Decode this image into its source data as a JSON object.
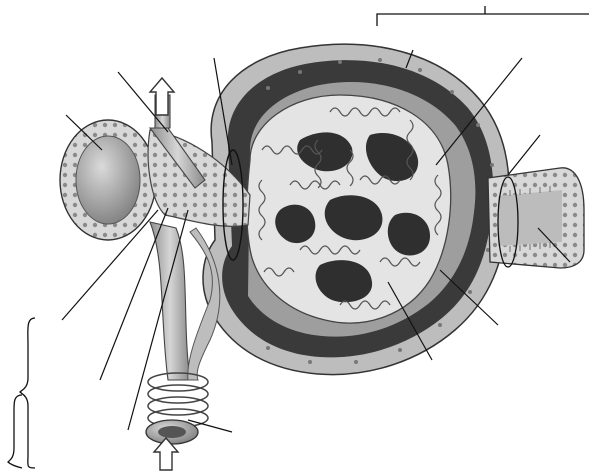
{
  "figure": {
    "kind": "unlabeled anatomical illustration",
    "subject_icon": "renal-corpuscle-illustration",
    "colors": {
      "background": "#ffffff",
      "line": "#111111",
      "tissue_light": "#d9d9d9",
      "tissue_mid": "#a9a9a9",
      "tissue_dark": "#3f3f3f",
      "cavity": "#2e2e2e"
    },
    "leader_line_count": 13,
    "bracket_count": 3,
    "flow_arrow_icons": [
      "arrow-up-icon",
      "arrow-up-icon"
    ]
  }
}
